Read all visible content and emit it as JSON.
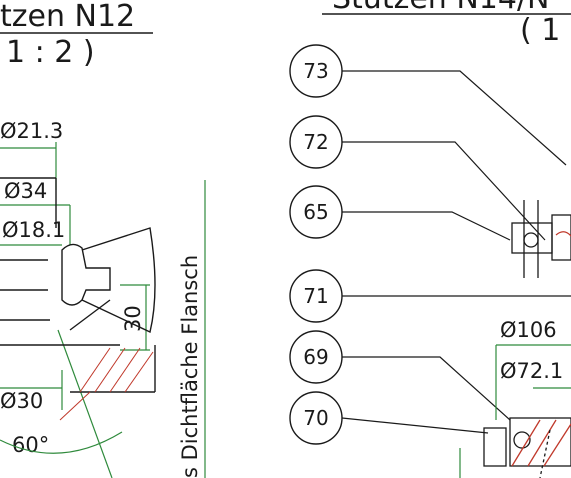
{
  "left_view": {
    "title": "tzen N12",
    "scale": "1 : 2 )",
    "dims": {
      "d21": "Ø21.3",
      "d34": "Ø34",
      "d18": "Ø18.1",
      "l30": "30",
      "d30": "Ø30",
      "angle": "60°"
    },
    "side_label": "s Dichtfläche Flansch"
  },
  "right_view": {
    "title": "Stutzen N14/N",
    "scale": "( 1",
    "dims": {
      "d106": "Ø106",
      "d72": "Ø72.1"
    },
    "bubbles": [
      "73",
      "72",
      "65",
      "71",
      "69",
      "70"
    ]
  },
  "colors": {
    "line": "#1a1a1a",
    "dimension": "#2f8a3c",
    "hatch": "#c0392b"
  }
}
